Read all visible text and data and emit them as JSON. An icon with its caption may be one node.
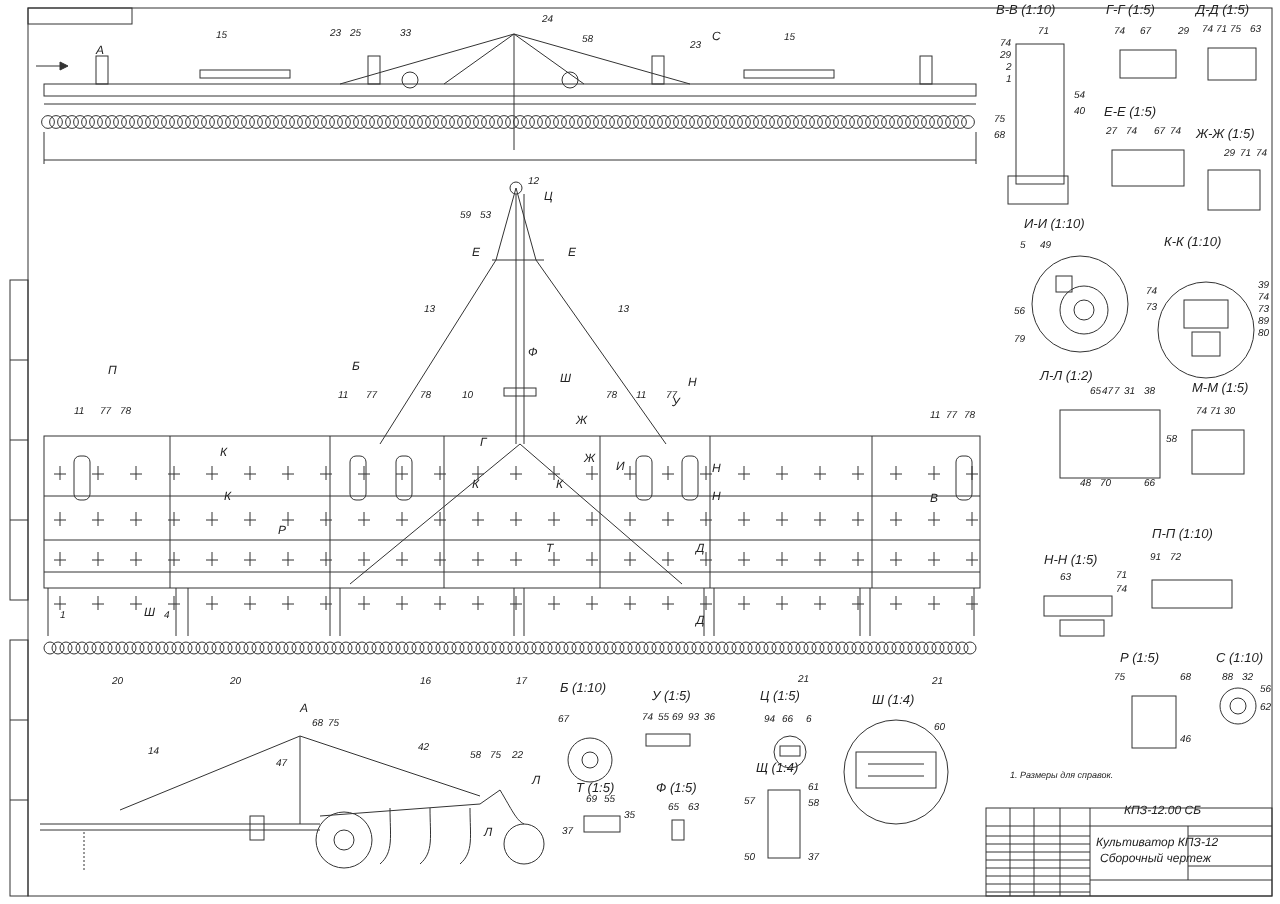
{
  "diagram": {
    "labels": [
      "А",
      "15",
      "23",
      "25",
      "33",
      "24",
      "58",
      "23",
      "С",
      "15",
      "12",
      "Ц",
      "59",
      "53",
      "Е",
      "Е",
      "13",
      "13",
      "Ф",
      "Б",
      "Ш",
      "П",
      "Н",
      "У",
      "11",
      "77",
      "78",
      "11",
      "77",
      "78",
      "10",
      "78",
      "11",
      "77",
      "11",
      "77",
      "78",
      "К",
      "К",
      "Г",
      "К",
      "К",
      "Ж",
      "Ж",
      "И",
      "Н",
      "Н",
      "В",
      "Р",
      "Т",
      "Д",
      "Д",
      "1",
      "Ш",
      "4",
      "20",
      "20",
      "16",
      "17",
      "21",
      "21",
      "А",
      "14",
      "47",
      "68",
      "75",
      "42",
      "58",
      "75",
      "22",
      "Л",
      "Л",
      "Б (1:10)",
      "67",
      "Т (1:5)",
      "37",
      "69",
      "55",
      "35",
      "У (1:5)",
      "74",
      "55",
      "69",
      "93",
      "36",
      "Ц (1:5)",
      "94",
      "66",
      "6",
      "Ф (1:5)",
      "65",
      "63",
      "Щ (1:4)",
      "57",
      "61",
      "58",
      "50",
      "37",
      "Ш (1:4)",
      "60",
      "В-В (1:10)",
      "71",
      "74",
      "29",
      "2",
      "1",
      "75",
      "68",
      "54",
      "40",
      "Г-Г (1:5)",
      "74",
      "67",
      "29",
      "Д-Д (1:5)",
      "74",
      "71",
      "75",
      "63",
      "Е-Е (1:5)",
      "27",
      "74",
      "67",
      "74",
      "Ж-Ж (1:5)",
      "29",
      "71",
      "74",
      "И-И (1:10)",
      "5",
      "49",
      "56",
      "79",
      "К-К (1:10)",
      "74",
      "73",
      "39",
      "74",
      "73",
      "89",
      "80",
      "Л-Л (1:2)",
      "65",
      "47",
      "7",
      "31",
      "38",
      "58",
      "48",
      "70",
      "66",
      "М-М (1:5)",
      "74",
      "71",
      "30",
      "Н-Н (1:5)",
      "63",
      "71",
      "74",
      "П-П (1:10)",
      "91",
      "72",
      "Р (1:5)",
      "75",
      "68",
      "46",
      "С (1:10)",
      "88",
      "32",
      "56",
      "62",
      "1. Размеры для справок.",
      "КПЗ-12.00 СБ",
      "Культиватор КПЗ-12",
      "Сборочный чертеж"
    ]
  }
}
